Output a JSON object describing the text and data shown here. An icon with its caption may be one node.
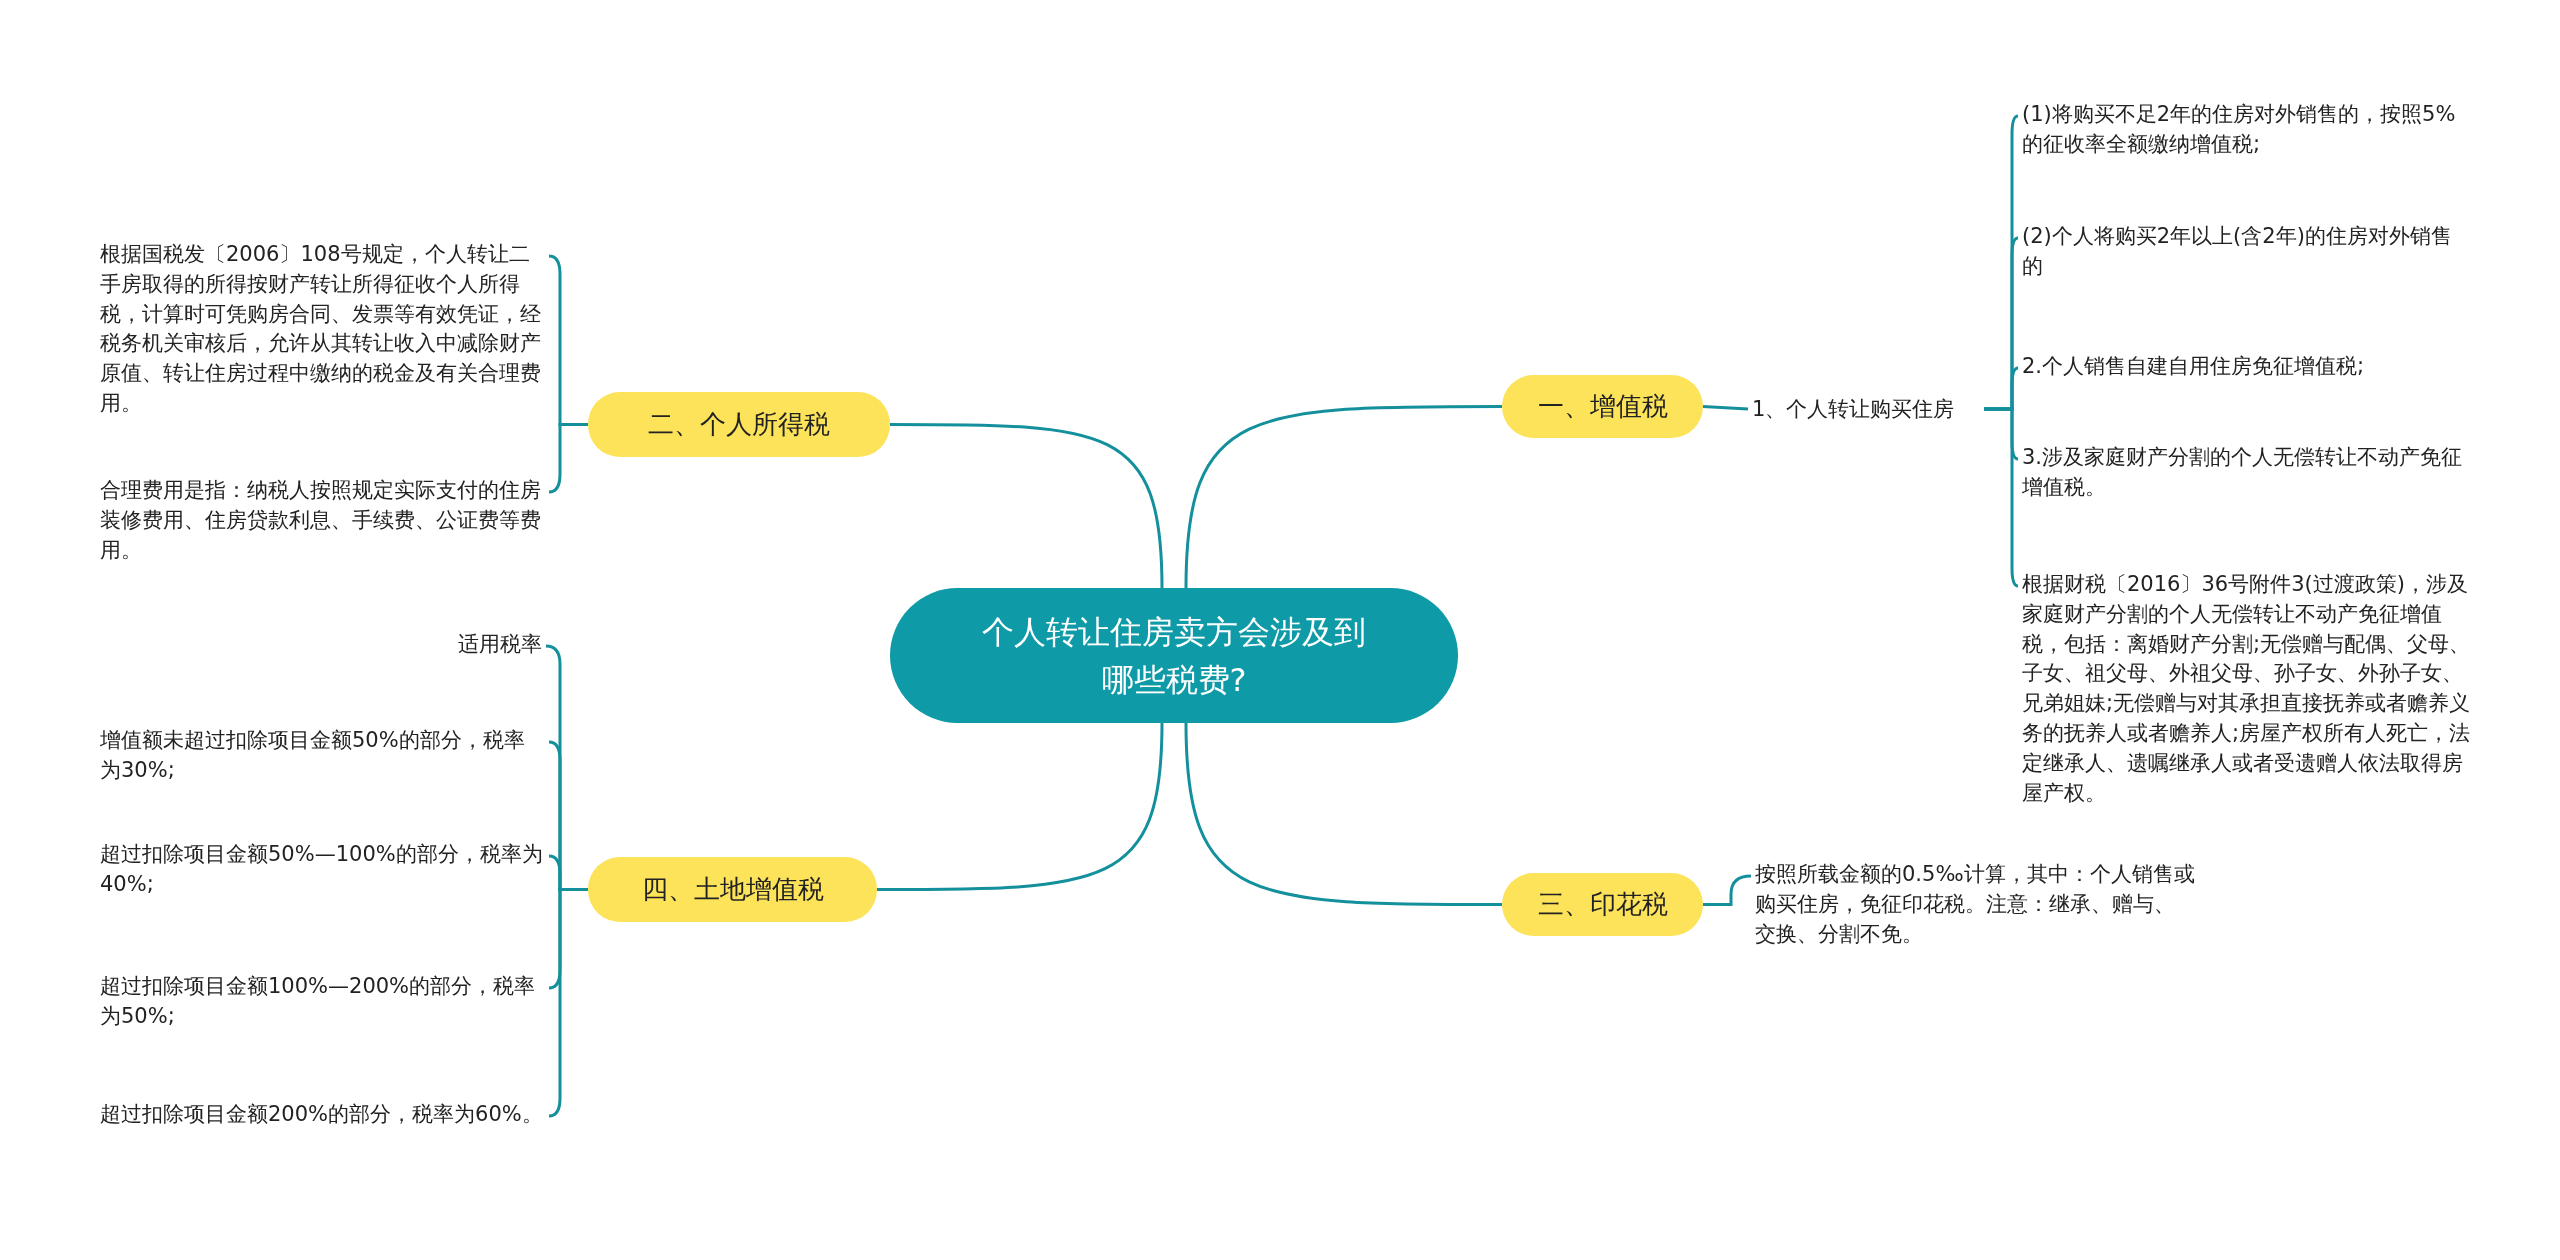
{
  "diagram": {
    "nodes": [
      {
        "text": [
          "个人转让住房卖方会涉及到哪些税费?"
        ]
      },
      {
        "text": [
          "一、增值税"
        ]
      },
      {
        "text": [
          "1、个人转让购买住房"
        ]
      },
      {
        "text": [
          "(1)将购买不足2年的住房对外销售的，按照5%的征收率全额缴纳增值税;"
        ]
      },
      {
        "text": [
          "(2)个人将购买2年以上(含2年)的住房对外销售的"
        ]
      },
      {
        "text": [
          "2.个人销售自建自用住房免征增值税;"
        ]
      },
      {
        "text": [
          "3.涉及家庭财产分割的个人无偿转让不动产免征增值税。"
        ]
      },
      {
        "text": [
          "根据财税〔2016〕36号附件3(过渡政策)，涉及家庭财产分割的个人无偿转让不动产免征增值税，包括：离婚财产分割;无偿赠与配偶、父母、子女、祖父母、外祖父母、孙子女、外孙子女、兄弟姐妹;无偿赠与对其承担直接抚养或者赡养义务的抚养人或者赡养人;房屋产权所有人死亡，法定继承人、遗嘱继承人或者受遗赠人依法取得房屋产权。"
        ]
      },
      {
        "text": [
          "三、印花税"
        ]
      },
      {
        "text": [
          "按照所载金额的0.5‰计算，其中：个人销售或购买住房，免征印花税。注意：继承、赠与、交换、分割不免。"
        ]
      },
      {
        "text": [
          "二、个人所得税"
        ]
      },
      {
        "text": [
          "根据国税发〔2006〕108号规定，个人转让二手房取得的所得按财产转让所得征收个人所得税，计算时可凭购房合同、发票等有效凭证，经税务机关审核后，允许从其转让收入中减除财产原值、转让住房过程中缴纳的税金及有关合理费用。"
        ]
      },
      {
        "text": [
          "合理费用是指：纳税人按照规定实际支付的住房装修费用、住房贷款利息、手续费、公证费等费用。"
        ]
      },
      {
        "text": [
          "四、土地增值税"
        ]
      },
      {
        "text": [
          "适用税率"
        ]
      },
      {
        "text": [
          "增值额未超过扣除项目金额50%的部分，税率为30%;"
        ]
      },
      {
        "text": [
          "超过扣除项目金额50%—100%的部分，税率为40%;"
        ]
      },
      {
        "text": [
          "超过扣除项目金额100%—200%的部分，税率为50%;"
        ]
      },
      {
        "text": [
          "超过扣除项目金额200%的部分，税率为60%。"
        ]
      }
    ],
    "edges": [
      {
        "from": 0,
        "to": 1,
        "arrow": "none"
      },
      {
        "from": 1,
        "to": 2,
        "arrow": "none"
      },
      {
        "from": 2,
        "to": 3,
        "arrow": "none"
      },
      {
        "from": 2,
        "to": 4,
        "arrow": "none"
      },
      {
        "from": 2,
        "to": 5,
        "arrow": "none"
      },
      {
        "from": 2,
        "to": 6,
        "arrow": "none"
      },
      {
        "from": 2,
        "to": 7,
        "arrow": "none"
      },
      {
        "from": 0,
        "to": 8,
        "arrow": "none"
      },
      {
        "from": 8,
        "to": 9,
        "arrow": "none"
      },
      {
        "from": 0,
        "to": 10,
        "arrow": "none"
      },
      {
        "from": 10,
        "to": 11,
        "arrow": "none"
      },
      {
        "from": 10,
        "to": 12,
        "arrow": "none"
      },
      {
        "from": 0,
        "to": 13,
        "arrow": "none"
      },
      {
        "from": 13,
        "to": 14,
        "arrow": "none"
      },
      {
        "from": 13,
        "to": 15,
        "arrow": "none"
      },
      {
        "from": 13,
        "to": 16,
        "arrow": "none"
      },
      {
        "from": 13,
        "to": 17,
        "arrow": "none"
      },
      {
        "from": 13,
        "to": 18,
        "arrow": "none"
      }
    ]
  }
}
